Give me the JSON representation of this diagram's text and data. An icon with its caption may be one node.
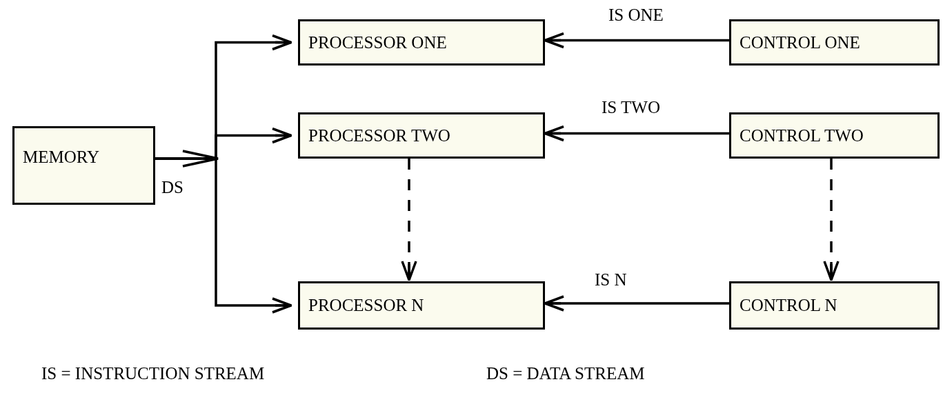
{
  "diagram": {
    "nodes": [
      {
        "text": [
          "MEMORY"
        ]
      },
      {
        "text": [
          "PROCESSOR ONE"
        ]
      },
      {
        "text": [
          "CONTROL ONE"
        ]
      },
      {
        "text": [
          "PROCESSOR TWO"
        ]
      },
      {
        "text": [
          "CONTROL TWO"
        ]
      },
      {
        "text": [
          "PROCESSOR N"
        ]
      },
      {
        "text": [
          "CONTROL N"
        ]
      }
    ],
    "edges": [
      {
        "from": 0,
        "to": 1,
        "arrow": "to"
      },
      {
        "from": 0,
        "to": 3,
        "arrow": "to",
        "label": "DS"
      },
      {
        "from": 0,
        "to": 5,
        "arrow": "to"
      },
      {
        "from": 2,
        "to": 1,
        "arrow": "to",
        "label": "IS ONE"
      },
      {
        "from": 4,
        "to": 3,
        "arrow": "to",
        "label": "IS TWO"
      },
      {
        "from": 6,
        "to": 5,
        "arrow": "to",
        "label": "IS N"
      },
      {
        "from": 3,
        "to": 5,
        "arrow": "to",
        "style": "dashed"
      },
      {
        "from": 4,
        "to": 6,
        "arrow": "to",
        "style": "dashed"
      }
    ],
    "labels": [
      "IS = INSTRUCTION STREAM",
      "DS = DATA STREAM"
    ]
  }
}
